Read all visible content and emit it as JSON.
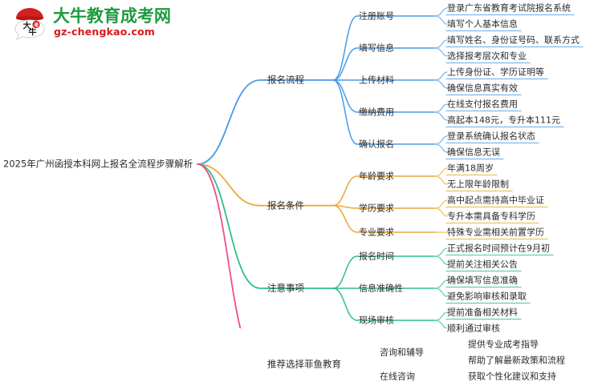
{
  "logo": {
    "mark_name": "daniu-bull-logo",
    "title_cn": "大牛教育成考网",
    "domain": "gz-chengkao.com",
    "color_cn": "#1f9b3f",
    "color_domain": "#d61a1a",
    "mark_color": "#d32020"
  },
  "mindmap": {
    "root": "2025年广州函授本科网上报名全流程步骤解析",
    "colors": {
      "branch1": "#4a9ae8",
      "branch2": "#eaa93a",
      "branch3": "#2fbf86",
      "branch4": "#ef4c92",
      "leaf1": "#7cb9ee",
      "leaf2": "#f0c15e",
      "leaf3": "#5fd3a5",
      "leaf4": "#f382b4"
    },
    "branches": [
      {
        "label": "报名流程",
        "color": "#4a9ae8",
        "children": [
          {
            "label": "注册账号",
            "leaves": [
              "登录广东省教育考试院报名系统",
              "填写个人基本信息"
            ]
          },
          {
            "label": "填写信息",
            "leaves": [
              "填写姓名、身份证号码、联系方式",
              "选择报考层次和专业"
            ]
          },
          {
            "label": "上传材料",
            "leaves": [
              "上传身份证、学历证明等",
              "确保信息真实有效"
            ]
          },
          {
            "label": "缴纳费用",
            "leaves": [
              "在线支付报名费用",
              "高起本148元，专升本111元"
            ]
          },
          {
            "label": "确认报名",
            "leaves": [
              "登录系统确认报名状态",
              "确保信息无误"
            ]
          }
        ]
      },
      {
        "label": "报名条件",
        "color": "#eaa93a",
        "children": [
          {
            "label": "年龄要求",
            "leaves": [
              "年满18周岁",
              "无上限年龄限制"
            ]
          },
          {
            "label": "学历要求",
            "leaves": [
              "高中起点需持高中毕业证",
              "专升本需具备专科学历"
            ]
          },
          {
            "label": "专业要求",
            "leaves": [
              "特殊专业需相关前置学历"
            ]
          }
        ]
      },
      {
        "label": "注意事项",
        "color": "#2fbf86",
        "children": [
          {
            "label": "报名时间",
            "leaves": [
              "正式报名时间预计在9月初",
              "提前关注相关公告"
            ]
          },
          {
            "label": "信息准确性",
            "leaves": [
              "确保填写信息准确",
              "避免影响审核和录取"
            ]
          },
          {
            "label": "现场审核",
            "leaves": [
              "提前准备相关材料",
              "顺利通过审核"
            ]
          }
        ]
      },
      {
        "label": "推荐选择菲鱼教育",
        "color": "#ef4c92",
        "children": [
          {
            "label": "咨询和辅导",
            "leaves": [
              "提供专业成考指导",
              "帮助了解最新政策和流程"
            ]
          },
          {
            "label": "在线咨询",
            "leaves": [
              "获取个性化建议和支持"
            ]
          }
        ]
      }
    ]
  }
}
